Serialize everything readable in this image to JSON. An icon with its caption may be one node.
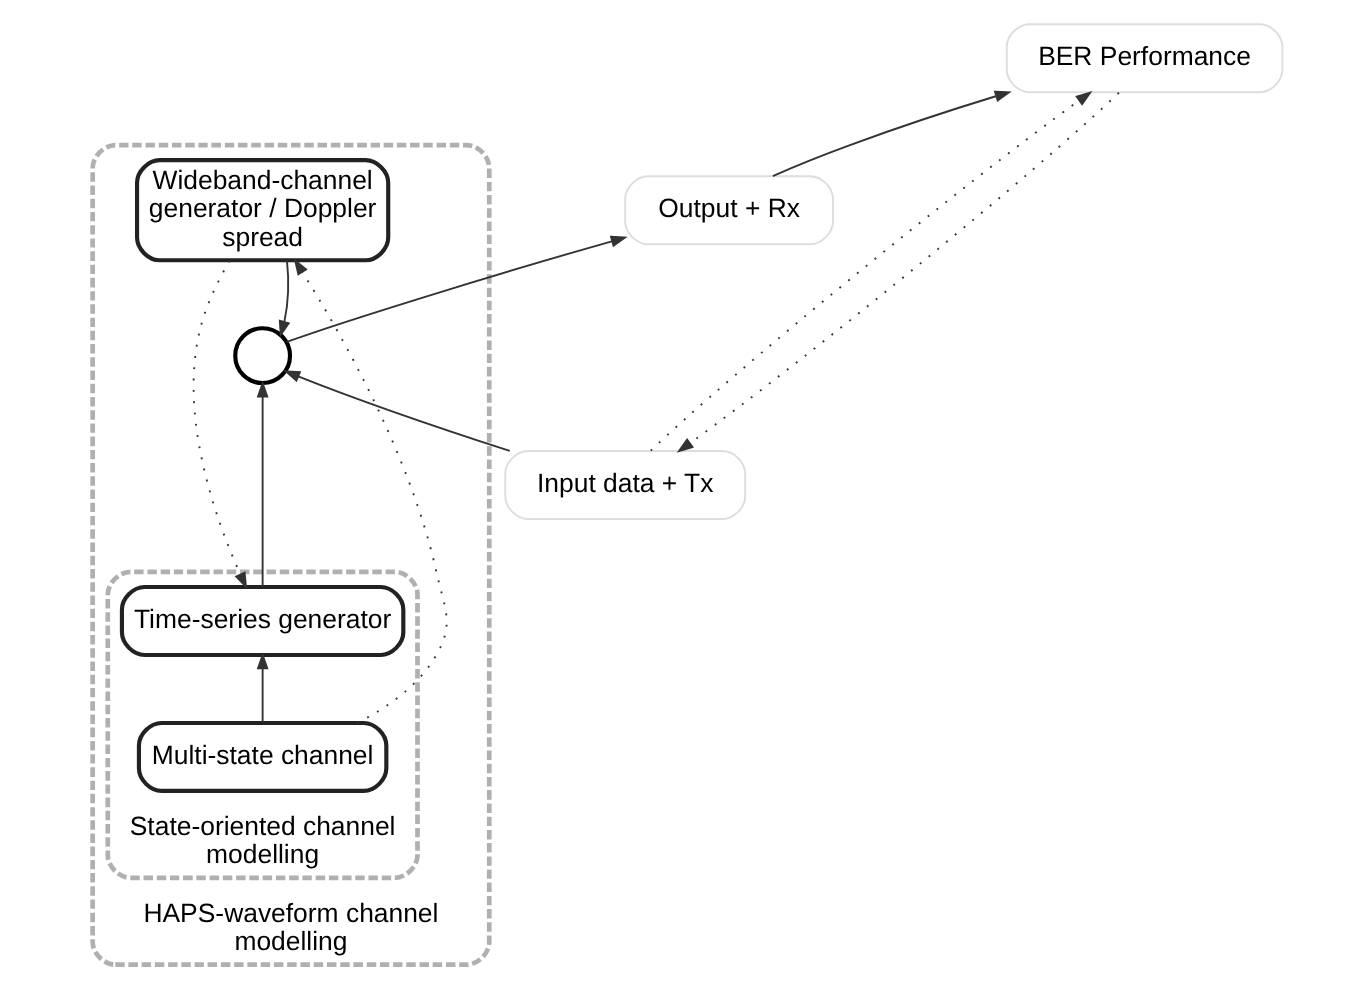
{
  "diagram": {
    "nodes": [
      {
        "text": [
          "HAPS-waveform channel modelling"
        ]
      },
      {
        "text": [
          "Wideband-channel generator / Doppler spread"
        ],
        "in": 0
      },
      {
        "text": [],
        "shape": "circle",
        "in": 0
      },
      {
        "text": [
          "State-oriented channel modelling"
        ],
        "in": 0
      },
      {
        "text": [
          "Time-series generator"
        ],
        "in": 3
      },
      {
        "text": [
          "Multi-state channel"
        ],
        "in": 3
      },
      {
        "text": [
          "Input data + Tx"
        ]
      },
      {
        "text": [
          "Output + Rx"
        ]
      },
      {
        "text": [
          "BER Performance"
        ]
      }
    ],
    "edges": [
      {
        "from": 6,
        "to": 2,
        "arrow": "to"
      },
      {
        "from": 2,
        "to": 7,
        "arrow": "to"
      },
      {
        "from": 7,
        "to": 8,
        "arrow": "to"
      },
      {
        "from": 1,
        "to": 2,
        "arrow": "to"
      },
      {
        "from": 4,
        "to": 2,
        "arrow": "to"
      },
      {
        "from": 5,
        "to": 4,
        "arrow": "to"
      },
      {
        "from": 6,
        "to": 8,
        "arrow": "to",
        "style": "dashed"
      },
      {
        "from": 8,
        "to": 6,
        "arrow": "to",
        "style": "dashed"
      },
      {
        "from": 5,
        "to": 1,
        "arrow": "to",
        "style": "dashed"
      },
      {
        "from": 1,
        "to": 4,
        "arrow": "to",
        "style": "dashed"
      }
    ]
  }
}
